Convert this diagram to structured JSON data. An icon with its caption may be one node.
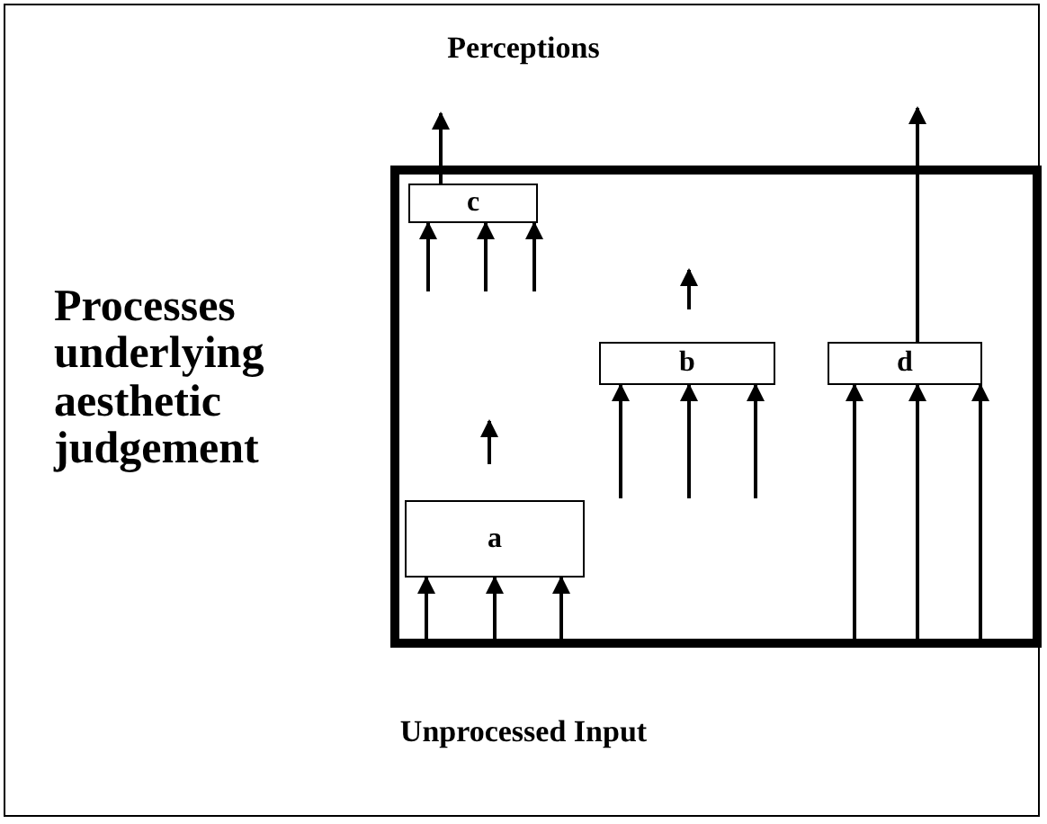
{
  "diagram": {
    "nodes": [
      {
        "text": [],
        "shape": "box"
      },
      {
        "text": [
          "c"
        ],
        "in": 0
      },
      {
        "text": [
          "b"
        ],
        "in": 0
      },
      {
        "text": [
          "d"
        ],
        "in": 0
      },
      {
        "text": [
          "a"
        ],
        "in": 0
      }
    ],
    "edges": [
      {
        "from": null,
        "to": 1,
        "arrow": "to"
      },
      {
        "from": null,
        "to": 1,
        "arrow": "to"
      },
      {
        "from": null,
        "to": 1,
        "arrow": "to"
      },
      {
        "from": 1,
        "to": null,
        "arrow": "to"
      },
      {
        "from": null,
        "to": 2,
        "arrow": "to"
      },
      {
        "from": null,
        "to": 2,
        "arrow": "to"
      },
      {
        "from": null,
        "to": 2,
        "arrow": "to"
      },
      {
        "from": 3,
        "to": null,
        "arrow": "to"
      },
      {
        "from": null,
        "to": 3,
        "arrow": "to"
      },
      {
        "from": null,
        "to": 3,
        "arrow": "to"
      },
      {
        "from": null,
        "to": 3,
        "arrow": "to"
      },
      {
        "from": null,
        "to": 4,
        "arrow": "to"
      },
      {
        "from": null,
        "to": 4,
        "arrow": "to"
      },
      {
        "from": null,
        "to": 4,
        "arrow": "to"
      }
    ],
    "labels": [
      "Perceptions",
      "Processes underlying aesthetic judgement",
      "Unprocessed Input"
    ]
  }
}
